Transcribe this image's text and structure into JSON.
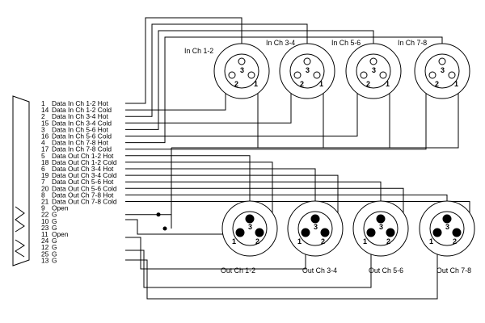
{
  "db25_pins": [
    {
      "num": "1",
      "label": "Data In Ch 1-2 Hot"
    },
    {
      "num": "14",
      "label": "Data In Ch 1-2 Cold"
    },
    {
      "num": "2",
      "label": "Data In Ch 3-4 Hot"
    },
    {
      "num": "15",
      "label": "Data In Ch 3-4 Cold"
    },
    {
      "num": "3",
      "label": "Data In Ch 5-6 Hot"
    },
    {
      "num": "16",
      "label": "Data In Ch 5-6 Cold"
    },
    {
      "num": "4",
      "label": "Data In Ch 7-8 Hot"
    },
    {
      "num": "17",
      "label": "Data In Ch 7-8 Cold"
    },
    {
      "num": "5",
      "label": "Data Out Ch 1-2 Hot"
    },
    {
      "num": "18",
      "label": "Data Out Ch 1-2 Cold"
    },
    {
      "num": "6",
      "label": "Data Out Ch 3-4 Hot"
    },
    {
      "num": "19",
      "label": "Data Out Ch 3-4 Cold"
    },
    {
      "num": "7",
      "label": "Data Out Ch 5-6 Hot"
    },
    {
      "num": "20",
      "label": "Data Out Ch 5-6 Cold"
    },
    {
      "num": "8",
      "label": "Data Out Ch 7-8 Hot"
    },
    {
      "num": "21",
      "label": "Data Out Ch 7-8 Cold"
    },
    {
      "num": "9",
      "label": "Open"
    },
    {
      "num": "22",
      "label": "G"
    },
    {
      "num": "10",
      "label": "G"
    },
    {
      "num": "23",
      "label": "G"
    },
    {
      "num": "11",
      "label": "Open"
    },
    {
      "num": "24",
      "label": "G"
    },
    {
      "num": "12",
      "label": "G"
    },
    {
      "num": "25",
      "label": "G"
    },
    {
      "num": "13",
      "label": "G"
    }
  ],
  "in_connectors": [
    {
      "label": "In Ch 1-2"
    },
    {
      "label": "In Ch 3-4"
    },
    {
      "label": "In Ch 5-6"
    },
    {
      "label": "In Ch 7-8"
    }
  ],
  "out_connectors": [
    {
      "label": "Out Ch 1-2"
    },
    {
      "label": "Out Ch 3-4"
    },
    {
      "label": "Out Ch 5-6"
    },
    {
      "label": "Out Ch 7-8"
    }
  ],
  "xlr_pin_numbers": {
    "pin1": "1",
    "pin2": "2",
    "pin3": "3"
  },
  "colors": {
    "line": "#000000",
    "background": "#ffffff"
  }
}
